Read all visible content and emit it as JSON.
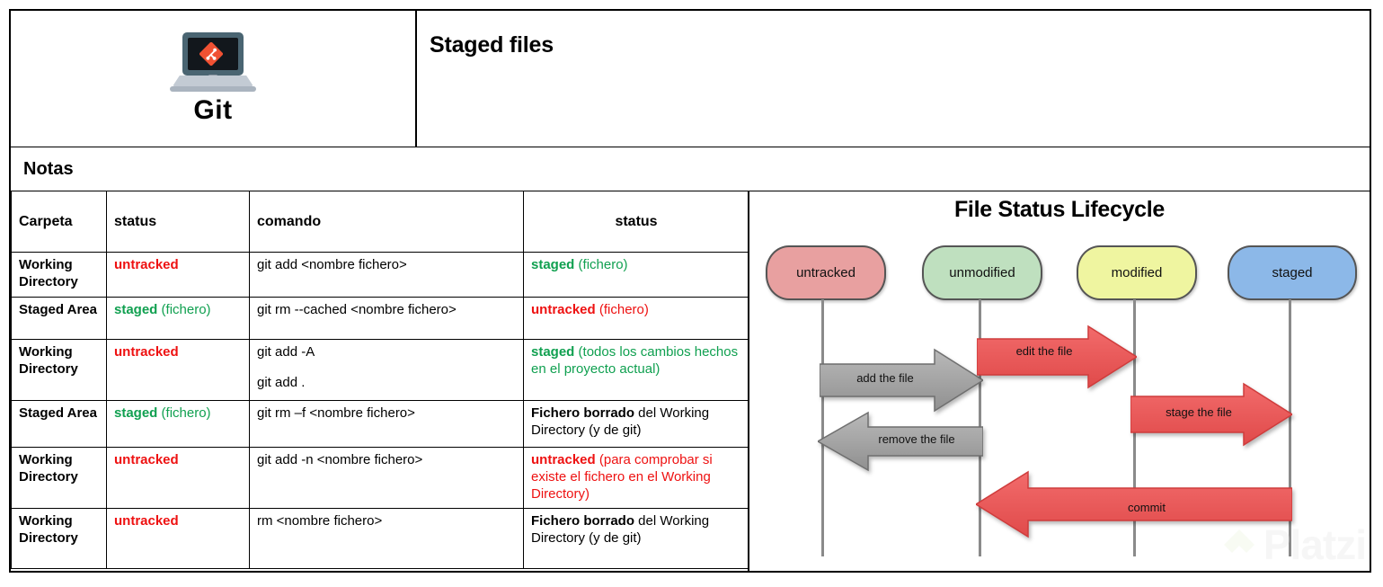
{
  "header": {
    "logo_word": "Git",
    "logo_icon": "git-laptop-icon",
    "right_title": "Staged files"
  },
  "notes_band": {
    "label": "Notas"
  },
  "table": {
    "columns": [
      "Carpeta",
      "status",
      "comando",
      "status"
    ],
    "rows": [
      {
        "carpeta": "Working Directory",
        "status_in": "untracked",
        "status_in_note": "",
        "status_in_color": "red",
        "comando": "git add <nombre fichero>",
        "comando2": "",
        "status_out": "staged",
        "status_out_note": " (fichero)",
        "status_out_color": "green"
      },
      {
        "carpeta": "Staged Area",
        "status_in": "staged",
        "status_in_note": " (fichero)",
        "status_in_color": "green",
        "comando": "git rm --cached <nombre fichero>",
        "comando2": "",
        "status_out": "untracked",
        "status_out_note": " (fichero)",
        "status_out_color": "red"
      },
      {
        "carpeta": "Working Directory",
        "status_in": "untracked",
        "status_in_note": "",
        "status_in_color": "red",
        "comando": "git add -A",
        "comando2": "git add .",
        "status_out": "staged",
        "status_out_note": " (todos los cambios hechos en el proyecto actual)",
        "status_out_color": "green"
      },
      {
        "carpeta": "Staged Area",
        "status_in": "staged",
        "status_in_note": " (fichero)",
        "status_in_color": "green",
        "comando": "git rm –f <nombre fichero>",
        "comando2": "",
        "status_out": "Fichero borrado",
        "status_out_note": " del Working Directory (y de git)",
        "status_out_color": "black"
      },
      {
        "carpeta": "Working Directory",
        "status_in": "untracked",
        "status_in_note": "",
        "status_in_color": "red",
        "comando": "git add -n <nombre fichero>",
        "comando2": "",
        "status_out": "untracked",
        "status_out_note": " (para comprobar si existe el fichero en el Working Directory)",
        "status_out_color": "red"
      },
      {
        "carpeta": "Working Directory",
        "status_in": "untracked",
        "status_in_note": "",
        "status_in_color": "red",
        "comando": "rm <nombre fichero>",
        "comando2": "",
        "status_out": "Fichero borrado",
        "status_out_note": " del Working Directory (y de git)",
        "status_out_color": "black"
      }
    ]
  },
  "diagram": {
    "title": "File Status Lifecycle",
    "nodes": [
      {
        "label": "untracked",
        "color": "#e8a0a0"
      },
      {
        "label": "unmodified",
        "color": "#bfe0bf"
      },
      {
        "label": "modified",
        "color": "#eff5a0"
      },
      {
        "label": "staged",
        "color": "#8cb8e8"
      }
    ],
    "arrows": [
      {
        "label": "add the file",
        "color": "#a8a8a8",
        "direction": "right"
      },
      {
        "label": "edit the file",
        "color": "#ee5a5a",
        "direction": "right"
      },
      {
        "label": "stage the file",
        "color": "#ee5a5a",
        "direction": "right"
      },
      {
        "label": "remove the file",
        "color": "#a8a8a8",
        "direction": "left"
      },
      {
        "label": "commit",
        "color": "#ee5a5a",
        "direction": "left"
      }
    ]
  },
  "watermark": {
    "text": "Platzi"
  },
  "colors": {
    "red": "#ee1111",
    "green": "#10a050",
    "arrow_red": "#ee5a5a",
    "arrow_gray": "#a8a8a8",
    "git_orange": "#f05133"
  }
}
